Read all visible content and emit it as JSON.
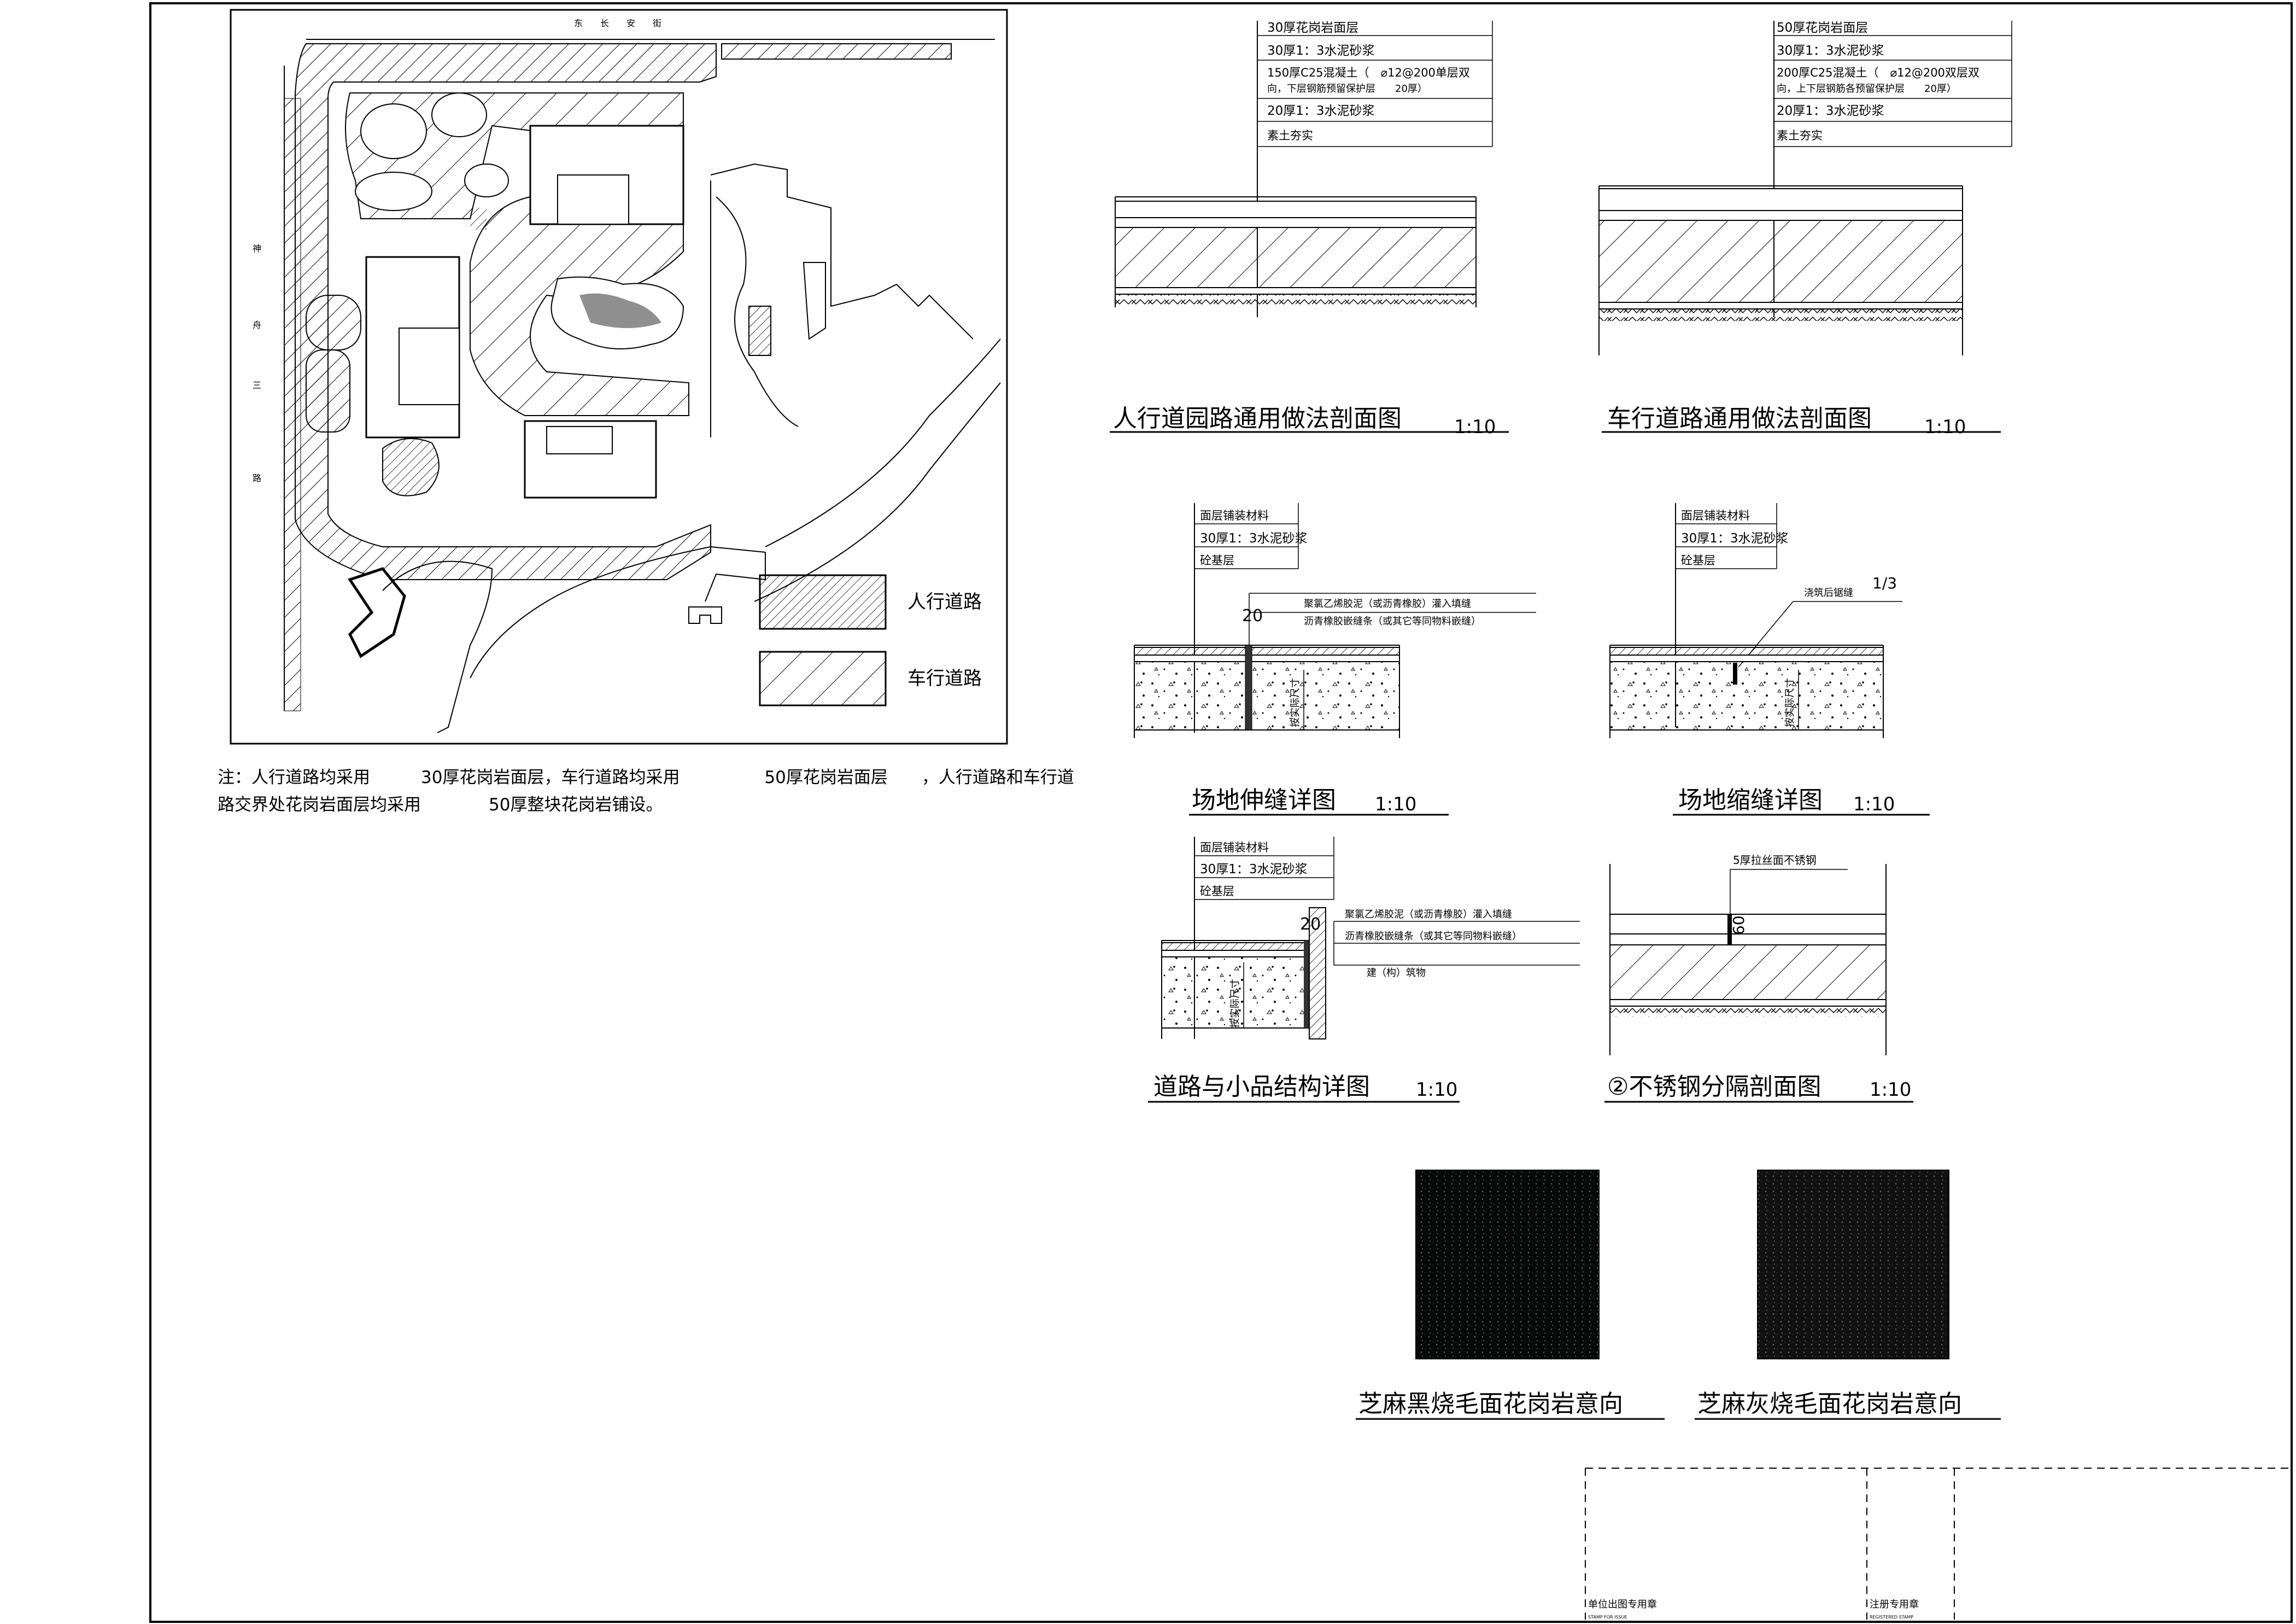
{
  "site_plan": {
    "road_top": "东　　长　　安　　街",
    "road_left": "神　　舟　　三　　路",
    "legend": [
      {
        "label": "人行道路",
        "hatch": "pedestrian"
      },
      {
        "label": "车行道路",
        "hatch": "vehicle"
      }
    ],
    "note_line1": "注：人行道路均采用　　　30厚花岗岩面层，车行道路均采用　　　　　50厚花岗岩面层　　，人行道路和车行道",
    "note_line2": "路交界处花岗岩面层均采用　　　　50厚整块花岗岩铺设。"
  },
  "details": {
    "pedestrian": {
      "title": "人行道园路通用做法剖面图",
      "scale": "1:10",
      "layers": [
        "30厚花岗岩面层",
        "30厚1：3水泥砂浆",
        "150厚C25混凝土（　⌀12@200单层双",
        "向，下层钢筋预留保护层　　20厚）",
        "20厚1：3水泥砂浆",
        "素土夯实"
      ]
    },
    "vehicle": {
      "title": "车行道路通用做法剖面图",
      "scale": "1:10",
      "layers": [
        "50厚花岗岩面层",
        "30厚1：3水泥砂浆",
        "200厚C25混凝土（　⌀12@200双层双",
        "向，上下层钢筋各预留保护层　　20厚）",
        "20厚1：3水泥砂浆",
        "素土夯实"
      ]
    },
    "expansion": {
      "title": "场地伸缝详图",
      "scale": "1:10",
      "layers": [
        "面层铺装材料",
        "30厚1：3水泥砂浆",
        "砼基层"
      ],
      "notes": [
        "聚氯乙烯胶泥（或沥青橡胶）灌入填缝",
        "沥青橡胶嵌缝条（或其它等同物料嵌缝）"
      ],
      "dim": "20",
      "depth_label": "按实际尺寸"
    },
    "contraction": {
      "title": "场地缩缝详图",
      "scale": "1:10",
      "layers": [
        "面层铺装材料",
        "30厚1：3水泥砂浆",
        "砼基层"
      ],
      "notes": [
        "浇筑后锯缝"
      ],
      "ratio": "1/3",
      "depth_label": "按实际尺寸"
    },
    "structure": {
      "title": "道路与小品结构详图",
      "scale": "1:10",
      "layers": [
        "面层铺装材料",
        "30厚1：3水泥砂浆",
        "砼基层"
      ],
      "notes": [
        "聚氯乙烯胶泥（或沥青橡胶）灌入填缝",
        "沥青橡胶嵌缝条（或其它等同物料嵌缝）",
        "建（构）筑物"
      ],
      "dim": "20",
      "depth_label": "按实际尺寸"
    },
    "stainless": {
      "title": "②不锈钢分隔剖面图",
      "scale": "1:10",
      "notes": [
        "5厚拉丝面不锈钢"
      ],
      "dim": "60"
    }
  },
  "samples": [
    {
      "title": "芝麻黑烧毛面花岗岩意向",
      "color": "#4a4c4c"
    },
    {
      "title": "芝麻灰烧毛面花岗岩意向",
      "color": "#9c9c9c"
    }
  ],
  "stamps": {
    "issue": "单位出图专用章",
    "issue_en": "STAMP FOR ISSUE",
    "registered": "注册专用章",
    "registered_en": "REGISTERED STAMP"
  }
}
